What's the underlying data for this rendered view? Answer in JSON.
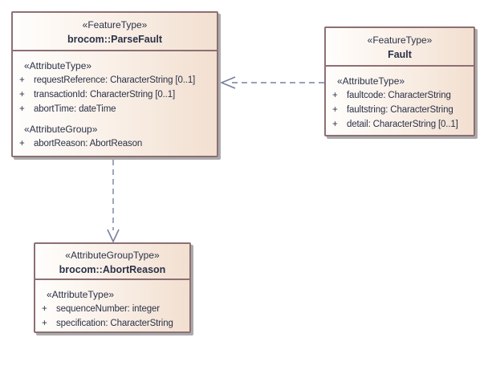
{
  "colors": {
    "box_border": "#8D6F74",
    "box_fill_left": "#FFFEFC",
    "box_fill_right": "#F2DFD0",
    "box_shadow": "#ABABAB",
    "connector": "#76809F",
    "text": "#2B3148"
  },
  "boxes": {
    "parse_fault": {
      "stereotype": "«FeatureType»",
      "name": "brocom::ParseFault",
      "sections": [
        {
          "heading": "«AttributeType»",
          "attrs": [
            {
              "vis": "+",
              "text": "requestReference: CharacterString [0..1]"
            },
            {
              "vis": "+",
              "text": "transactionId: CharacterString [0..1]"
            },
            {
              "vis": "+",
              "text": "abortTime: dateTime"
            }
          ]
        },
        {
          "heading": "«AttributeGroup»",
          "attrs": [
            {
              "vis": "+",
              "text": "abortReason: AbortReason"
            }
          ]
        }
      ]
    },
    "fault": {
      "stereotype": "«FeatureType»",
      "name": "Fault",
      "sections": [
        {
          "heading": "«AttributeType»",
          "attrs": [
            {
              "vis": "+",
              "text": "faultcode: CharacterString"
            },
            {
              "vis": "+",
              "text": "faultstring: CharacterString"
            },
            {
              "vis": "+",
              "text": "detail: CharacterString [0..1]"
            }
          ]
        }
      ]
    },
    "abort_reason": {
      "stereotype": "«AttributeGroupType»",
      "name": "brocom::AbortReason",
      "sections": [
        {
          "heading": "«AttributeType»",
          "attrs": [
            {
              "vis": "+",
              "text": "sequenceNumber: integer"
            },
            {
              "vis": "+",
              "text": "specification: CharacterString"
            }
          ]
        }
      ]
    }
  },
  "connectors": [
    {
      "name": "fault-to-parsefault-dependency",
      "style": "dashed",
      "arrow": "open",
      "from": "Fault",
      "to": "brocom::ParseFault"
    },
    {
      "name": "parsefault-to-abortreason-dependency",
      "style": "dashed",
      "arrow": "open",
      "from": "brocom::ParseFault",
      "to": "brocom::AbortReason"
    }
  ]
}
